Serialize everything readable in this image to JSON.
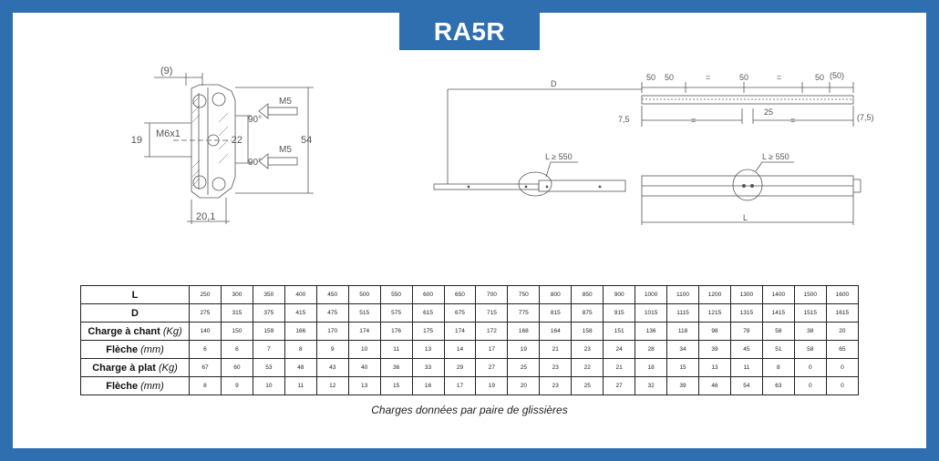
{
  "title": "RA5R",
  "colors": {
    "frame": "#2f6fb0",
    "background": "#ffffff",
    "line": "#555555"
  },
  "section_drawing": {
    "dim_top": "(9)",
    "thread": "M6x1",
    "dim_19": "19",
    "dim_22": "22",
    "dim_54": "54",
    "dim_bottom": "20,1",
    "screw_top_label": "M5",
    "screw_top_angle": "90°",
    "screw_bottom_label": "M5",
    "screw_bottom_angle": "90°"
  },
  "side_drawing": {
    "label_d": "D",
    "dim_50a": "50",
    "dim_50b": "50",
    "dim_eq1": "=",
    "dim_50c": "50",
    "dim_eq2": "=",
    "dim_50d": "50",
    "dim_50e": "(50)",
    "dim_7_5": "7,5",
    "dim_eq3": "=",
    "dim_25": "25",
    "dim_eq4": "=",
    "dim_7_5b": "(7,5)",
    "detail_left": "L ≥ 550",
    "detail_right": "L ≥ 550",
    "label_l": "L"
  },
  "table": {
    "rows": [
      {
        "label": "L",
        "unit": "",
        "values": [
          "250",
          "300",
          "350",
          "400",
          "450",
          "500",
          "550",
          "600",
          "650",
          "700",
          "750",
          "800",
          "850",
          "900",
          "1000",
          "1100",
          "1200",
          "1300",
          "1400",
          "1500",
          "1600"
        ]
      },
      {
        "label": "D",
        "unit": "",
        "values": [
          "275",
          "315",
          "375",
          "415",
          "475",
          "515",
          "575",
          "615",
          "675",
          "715",
          "775",
          "815",
          "875",
          "915",
          "1015",
          "1115",
          "1215",
          "1315",
          "1415",
          "1515",
          "1615"
        ]
      },
      {
        "label": "Charge à chant ",
        "unit": "(Kg)",
        "values": [
          "140",
          "150",
          "159",
          "166",
          "170",
          "174",
          "176",
          "175",
          "174",
          "172",
          "168",
          "164",
          "158",
          "151",
          "136",
          "118",
          "98",
          "78",
          "58",
          "38",
          "20"
        ]
      },
      {
        "label": "Flèche ",
        "unit": "(mm)",
        "values": [
          "6",
          "6",
          "7",
          "8",
          "9",
          "10",
          "11",
          "13",
          "14",
          "17",
          "19",
          "21",
          "23",
          "24",
          "28",
          "34",
          "39",
          "45",
          "51",
          "58",
          "65"
        ]
      },
      {
        "label": "Charge à plat ",
        "unit": "(Kg)",
        "values": [
          "67",
          "60",
          "53",
          "48",
          "43",
          "40",
          "36",
          "33",
          "29",
          "27",
          "25",
          "23",
          "22",
          "21",
          "18",
          "15",
          "13",
          "11",
          "8",
          "0",
          "0"
        ]
      },
      {
        "label": "Flèche ",
        "unit": "(mm)",
        "values": [
          "8",
          "9",
          "10",
          "11",
          "12",
          "13",
          "15",
          "16",
          "17",
          "19",
          "20",
          "23",
          "25",
          "27",
          "32",
          "39",
          "46",
          "54",
          "63",
          "0",
          "0"
        ]
      }
    ]
  },
  "caption": "Charges données par paire de glissières"
}
